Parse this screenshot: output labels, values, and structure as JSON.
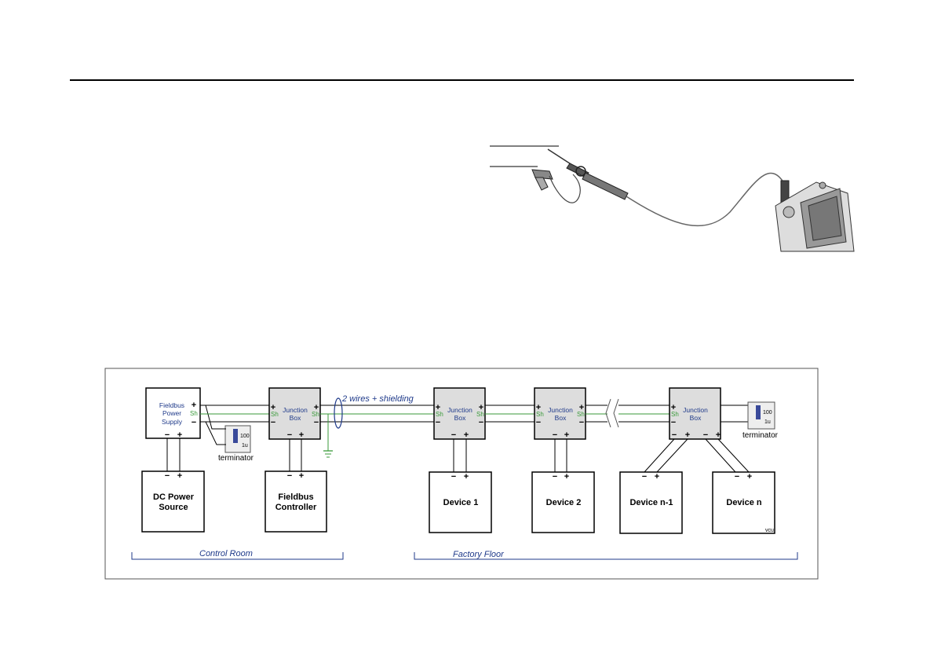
{
  "header": {},
  "diagram": {
    "power_supply": {
      "line1": "Fieldbus",
      "line2": "Power",
      "line3": "Supply"
    },
    "shield_label": "Sh",
    "junction_box": {
      "line1": "Junction",
      "line2": "Box"
    },
    "cable_label": "2 wires + shielding",
    "terminator_label": "terminator",
    "terminator_value_top": "100",
    "terminator_value_bottom": "1u",
    "plus": "+",
    "minus": "−",
    "dc_source": {
      "line1": "DC Power",
      "line2": "Source"
    },
    "controller": {
      "line1": "Fieldbus",
      "line2": "Controller"
    },
    "device1": "Device 1",
    "device2": "Device 2",
    "device_n1": "Device n-1",
    "device_n": "Device n",
    "corner_mark": "vcu",
    "control_room": "Control Room",
    "factory_floor": "Factory Floor"
  }
}
